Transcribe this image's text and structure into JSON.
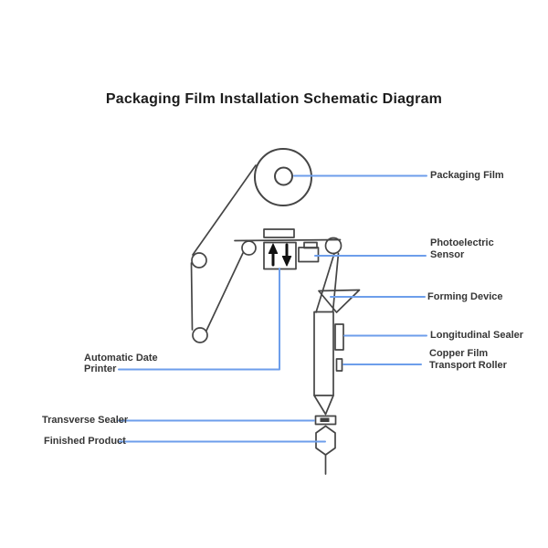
{
  "title": "Packaging Film Installation Schematic Diagram",
  "colors": {
    "leader_line": "#6d9eeb",
    "diagram_stroke": "#454545",
    "label_text": "#363636",
    "background": "#ffffff",
    "sealer_jaw_fill": "#3f3f3f"
  },
  "labels": {
    "packaging_film": "Packaging Film",
    "photoelectric_sensor_line1": "Photoelectric",
    "photoelectric_sensor_line2": "Sensor",
    "forming_device": "Forming Device",
    "longitudinal_sealer": "Longitudinal Sealer",
    "copper_film_line1": "Copper Film",
    "copper_film_line2": "Transport Roller",
    "automatic_date_line1": "Automatic Date",
    "automatic_date_line2": "Printer",
    "transverse_sealer": "Transverse Sealer",
    "finished_product": "Finished Product"
  },
  "icons": {
    "up_arrow": "print head up arrow",
    "down_arrow": "print head down arrow"
  }
}
